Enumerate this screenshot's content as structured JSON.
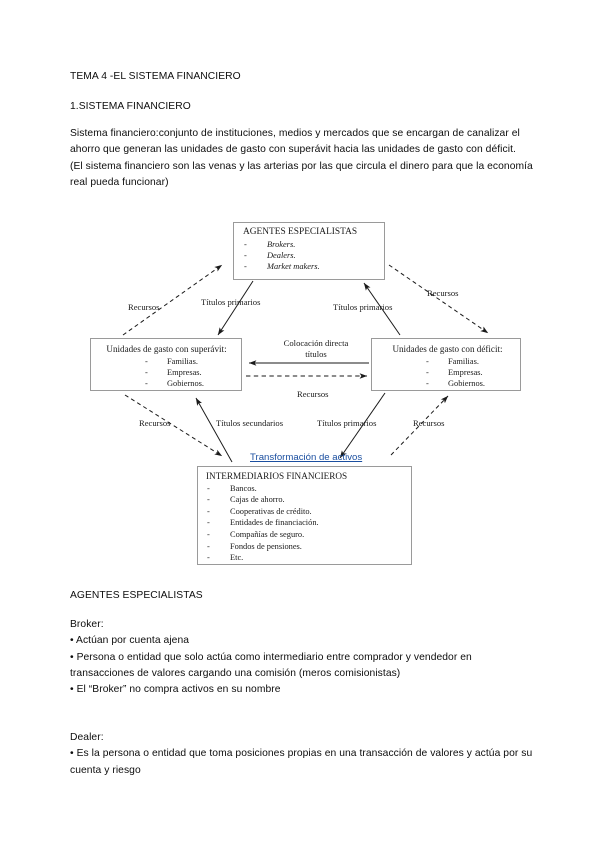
{
  "document": {
    "title": "TEMA 4 -EL SISTEMA FINANCIERO",
    "section_heading": "1.SISTEMA FINANCIERO",
    "intro_paragraph": "Sistema financiero:conjunto de instituciones, medios y mercados que se encargan de canalizar el ahorro que generan las unidades de gasto con superávit hacia las unidades de gasto con déficit.",
    "intro_paragraph_2": "(El sistema financiero son las venas y las arterias por las que circula el dinero para que la economía real pueda funcionar)",
    "agentes_heading": "AGENTES ESPECIALISTAS",
    "broker_label": " Broker:",
    "broker_bullet_1": "• Actúan por cuenta ajena",
    "broker_bullet_2": "• Persona o entidad que solo actúa como intermediario entre comprador y vendedor en transacciones de valores cargando una comisión (meros comisionistas)",
    "broker_bullet_3": "• El “Broker” no compra activos en su nombre",
    "dealer_label": "Dealer:",
    "dealer_bullet_1": "• Es la persona o entidad que toma posiciones propias en una transacción de valores y actúa por su cuenta y riesgo"
  },
  "diagram": {
    "boxes": {
      "agentes": {
        "title": "AGENTES ESPECIALISTAS",
        "items": [
          "Brokers.",
          "Dealers.",
          "Market makers."
        ]
      },
      "superavit": {
        "title": "Unidades de gasto con superávit:",
        "items": [
          "Familias.",
          "Empresas.",
          "Gobiernos."
        ]
      },
      "deficit": {
        "title": "Unidades de gasto con déficit:",
        "items": [
          "Familias.",
          "Empresas.",
          "Gobiernos."
        ]
      },
      "intermediarios": {
        "title": "INTERMEDIARIOS FINANCIEROS",
        "items": [
          "Bancos.",
          "Cajas de  ahorro.",
          "Cooperativas de crédito.",
          "Entidades de financiación.",
          "Compañías de seguro.",
          "Fondos de pensiones.",
          "Etc."
        ]
      }
    },
    "labels": {
      "recursos_top_left": "Recursos",
      "titulos_primarios_top_left": "Títulos primarios",
      "titulos_primarios_top_right": "Títulos primarios",
      "recursos_top_right": "Recursos",
      "colocacion_directa_line1": "Colocación directa",
      "colocacion_directa_line2": "títulos",
      "recursos_center": "Recursos",
      "recursos_bottom_left": "Recursos",
      "titulos_secundarios": "Títulos secundarios",
      "titulos_primarios_bottom": "Títulos primarios",
      "recursos_bottom_right": "Recursos",
      "transformacion_activos": "Transformación de activos"
    },
    "colors": {
      "annotation": "#1b4fa0",
      "box_border": "#9a9a9a",
      "line": "#1a1a1a"
    }
  }
}
